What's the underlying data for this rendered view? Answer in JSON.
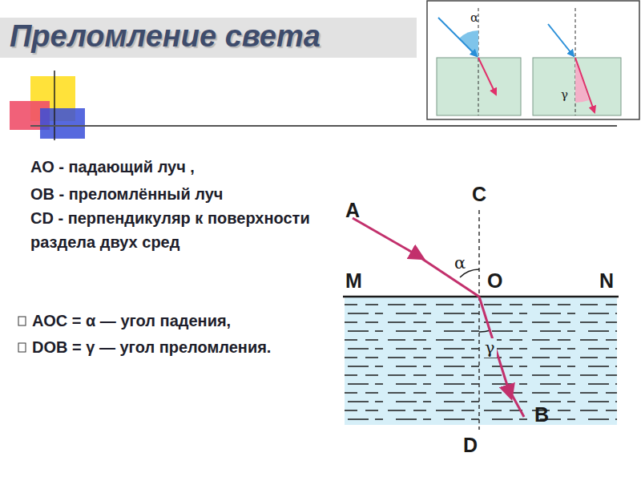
{
  "diagram": {
    "title": "Преломление света",
    "labels": [
      "АО - падающий луч ,",
      "ОВ - преломлённый луч",
      "CD - перпендикуляр к поверхности раздела двух сред",
      "АОС = α — угол падения,",
      "DOB = γ — угол преломления.",
      "A",
      "C",
      "α",
      "M",
      "O",
      "N",
      "γ",
      "B",
      "D",
      "α",
      "γ"
    ]
  }
}
